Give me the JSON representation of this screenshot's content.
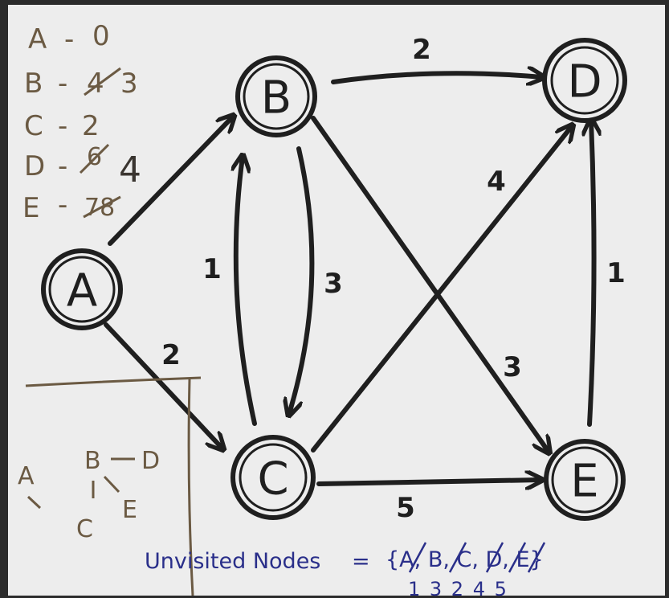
{
  "graph": {
    "nodes": [
      {
        "id": "A",
        "label": "A"
      },
      {
        "id": "B",
        "label": "B"
      },
      {
        "id": "C",
        "label": "C"
      },
      {
        "id": "D",
        "label": "D"
      },
      {
        "id": "E",
        "label": "E"
      }
    ],
    "edges": [
      {
        "from": "A",
        "to": "B",
        "weight": ""
      },
      {
        "from": "A",
        "to": "C",
        "weight": "2"
      },
      {
        "from": "B",
        "to": "D",
        "weight": "2"
      },
      {
        "from": "B",
        "to": "C",
        "weight": "3"
      },
      {
        "from": "C",
        "to": "B",
        "weight": "1"
      },
      {
        "from": "B",
        "to": "E",
        "weight": "3"
      },
      {
        "from": "C",
        "to": "D",
        "weight": "4"
      },
      {
        "from": "C",
        "to": "E",
        "weight": "5"
      },
      {
        "from": "E",
        "to": "D",
        "weight": "1"
      }
    ]
  },
  "distance_notes": [
    {
      "node": "A",
      "sep": "-",
      "value": "0",
      "crossed": ""
    },
    {
      "node": "B",
      "sep": "-",
      "value": "3",
      "crossed": "4"
    },
    {
      "node": "C",
      "sep": "-",
      "value": "2",
      "crossed": ""
    },
    {
      "node": "D",
      "sep": "-",
      "value": "4",
      "crossed": "6"
    },
    {
      "node": "E",
      "sep": "-",
      "value": "",
      "crossed": "78"
    }
  ],
  "tree_sketch": {
    "labels": [
      "A",
      "B",
      "D",
      "E",
      "C"
    ]
  },
  "unvisited": {
    "label": "Unvisited Nodes",
    "equals": "=",
    "set": "{A, B, C, D, E}",
    "order": "1 3 2 4 5"
  },
  "colors": {
    "background": "#ededed",
    "ink": "#1f1f1f",
    "pencil": "#6b5a43",
    "blue_ink": "#2a2f8a",
    "frame": "#2b2b2b"
  }
}
